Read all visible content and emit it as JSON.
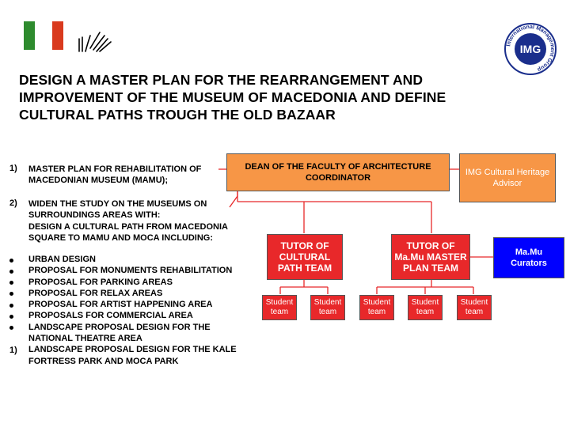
{
  "title": {
    "line1": "DESIGN A MASTER PLAN FOR THE REARRANGEMENT AND",
    "line2": "IMPROVEMENT OF THE MUSEUM OF MACEDONIA AND DEFINE",
    "line3": "CULTURAL PATHS TROUGH THE OLD BAZAAR"
  },
  "left_list": {
    "item1": {
      "num": "1)",
      "lines": [
        "MASTER PLAN FOR REHABILITATION OF",
        "MACEDONIAN MUSEUM (MAMU);"
      ]
    },
    "item2": {
      "num": "2)",
      "lines": [
        "WIDEN THE STUDY ON THE MUSEUMS ON",
        "SURROUNDINGS AREAS WITH:",
        "DESIGN A CULTURAL PATH FROM MACEDONIA",
        "SQUARE TO MAMU AND MOCA INCLUDING:"
      ]
    },
    "bullets": [
      "URBAN DESIGN",
      "PROPOSAL FOR MONUMENTS REHABILITATION",
      "PROPOSAL FOR PARKING AREAS",
      "PROPOSAL FOR RELAX AREAS",
      "PROPOSAL FOR ARTIST HAPPENING AREA",
      "PROPOSALS FOR COMMERCIAL AREA",
      "LANDSCAPE PROPOSAL DESIGN FOR THE",
      "NATIONAL THEATRE AREA",
      "LANDSCAPE PROPOSAL DESIGN FOR THE KALE",
      "FORTRESS PARK AND MOCA PARK"
    ],
    "item3_num": "1)"
  },
  "org": {
    "dean": "DEAN OF THE FACULTY OF ARCHITECTURE COORDINATOR",
    "img_advisor": "IMG Cultural Heritage Advisor",
    "tutor_cultural": "TUTOR OF CULTURAL PATH TEAM",
    "tutor_mamu": "TUTOR OF Ma.Mu MASTER PLAN TEAM",
    "curators": "Ma.Mu Curators",
    "students": [
      "Student team",
      "Student team",
      "Student team",
      "Student team",
      "Student team"
    ]
  },
  "logo": {
    "img_text": "IMG",
    "ring_text": "International Management Group"
  },
  "colors": {
    "orange": "#f79646",
    "red": "#e8282a",
    "blue": "#0000ff",
    "flag_green": "#2e8b2e",
    "flag_red": "#d93a1e"
  }
}
